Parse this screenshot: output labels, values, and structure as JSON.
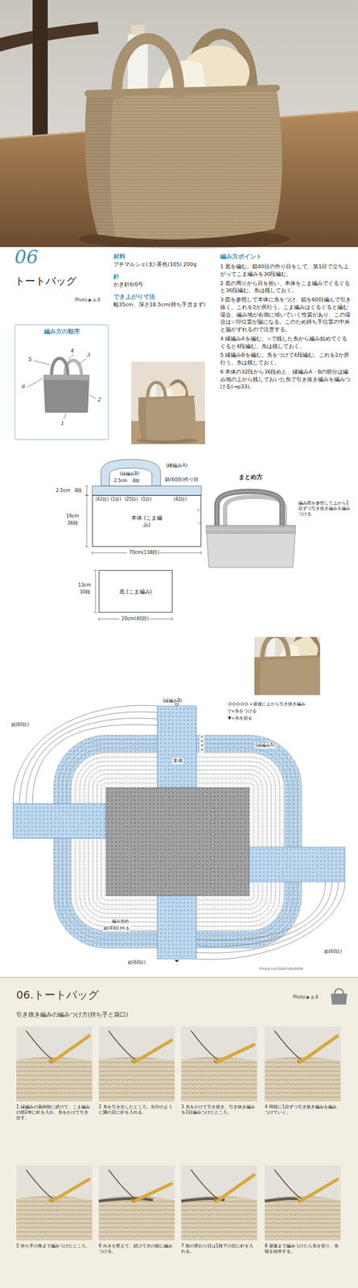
{
  "diagram": {
    "nodes": [
      {
        "text": [
          "編み方の順序"
        ]
      },
      {
        "text": [
          "本体 (こま編み)"
        ]
      },
      {
        "text": [
          "底 (こま編み)"
        ]
      }
    ],
    "labels": [
      "06",
      "トートバッグ",
      "Photo ▶ p.8",
      "材料",
      "プチマルシェ(太) 茶色(105) 200g",
      "針",
      "かぎ針6/0号",
      "でき上がり寸法",
      "幅35cm、深さ18.5cm(持ち手含まず)",
      "編み方ポイント",
      "1 底を編む。鎖40目の作り目をして、第1目で立ち上がってこま編みを30段編む。",
      "2 底の周りから目を拾い、本体をこま編みでぐるぐると36段編む。糸は残しておく。",
      "3 図を参照して本体に糸をつけ、鎖を60目編んで引き抜く。これを2か所行う。こま編みはぐるぐると編む場合、編み地が右側に傾いていく性質があり、この場合は☆印位置が脇になる。このため持ち手位置の中央と脇がずれるので注意する。",
      "4 縁編みAを編む。☆で残した糸から編み始めてぐるぐると4段編む。糸は残しておく。",
      "5 縁編みBを編む。糸をつけて4段編む。これを2か所行う。糸は残しておく。",
      "6 本体の32段から36段めと、縁編みA・Bの部分は編み地の上から残しておいた糸で引き抜き編みを編みつける(→p33)。",
      "5",
      "4",
      "3",
      "6",
      "2",
      "1",
      "(縁編みA)",
      "(縁編みB)",
      "2.5cm",
      "4段",
      "鎖(60目)作り目",
      "2.5cm",
      "4段",
      "(42目)",
      "(1目)",
      "(25目)",
      "(1目)",
      "(42目)",
      "16cm",
      "36段",
      "70cm(138目)",
      "13cm",
      "30段",
      "20cm(40目)",
      "まとめ方",
      "☆",
      "☆",
      "編み図を参照して上から1目ずつ引き抜き編みを編みつける",
      "(縁編みB)",
      "(縁編みA)",
      "①",
      "②",
      "③",
      "④",
      "鎖(60目)",
      "本体",
      "編み始め",
      "鎖(40目)作る",
      "鎖(60目)",
      "鎖(60目)",
      "moya.ru/club/rukodelie",
      "06.トートバッグ",
      "Photo ▶ p.8",
      "引き抜き編みの編みつけ方(持ち手と袋口)",
      "1 縁編みの最終段に続けて、こま編みの頭2本に針を入れ、糸をかけて引き出す。",
      "2 糸を引き出したところ。矢印のように隣の目に針を入れる。",
      "3 糸をかけて引き抜き、引き抜き編みを1目編みつけたところ。",
      "4 同様に1目ずつ引き抜き編みを編みつけていく。",
      "5 持ち手の角まで編みつけたところ。",
      "6 向きを変えて、続けて次の段に編みつける。",
      "7 段の変わり目は1段下の目に針を入れる。",
      "8 最後まで編みつけたら糸を切り、糸端を始末する。"
    ],
    "legend": [
      {
        "text": "=最後に上から引き抜き編み"
      },
      {
        "text": "▽=糸をつける"
      },
      {
        "text": "▼=糸を切る"
      }
    ]
  }
}
